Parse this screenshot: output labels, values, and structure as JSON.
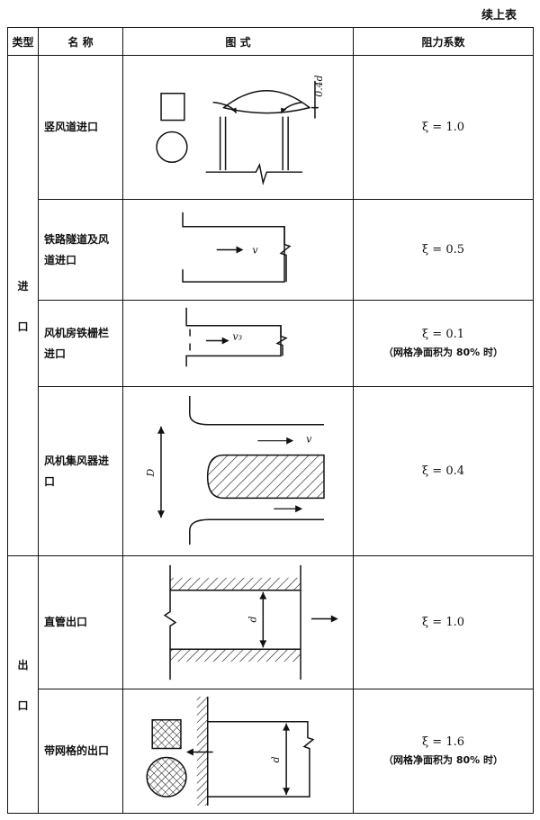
{
  "continued": "续上表",
  "headers": {
    "type": "类型",
    "name": "名 称",
    "figure": "图 式",
    "coef": "阻力系数"
  },
  "types": {
    "inlet": [
      "进",
      "口"
    ],
    "outlet": [
      "出",
      "口"
    ]
  },
  "rows": [
    {
      "name": "竖风道进口",
      "coef": "ξ = 1.0",
      "note": "",
      "fig_label": "0.4d"
    },
    {
      "name": "铁路隧道及风道进口",
      "coef": "ξ = 0.5",
      "note": "",
      "fig_label": "v"
    },
    {
      "name": "风机房铁栅栏进口",
      "coef": "ξ = 0.1",
      "note": "（网格净面积为 80% 时）",
      "fig_label": "v₃"
    },
    {
      "name": "风机集风器进口",
      "coef": "ξ = 0.4",
      "note": "",
      "fig_label": "v",
      "fig_label2": "D"
    },
    {
      "name": "直管出口",
      "coef": "ξ = 1.0",
      "note": "",
      "fig_label": "d"
    },
    {
      "name": "带网格的出口",
      "coef": "ξ = 1.6",
      "note": "（网格净面积为 80% 时）",
      "fig_label": "d"
    }
  ]
}
